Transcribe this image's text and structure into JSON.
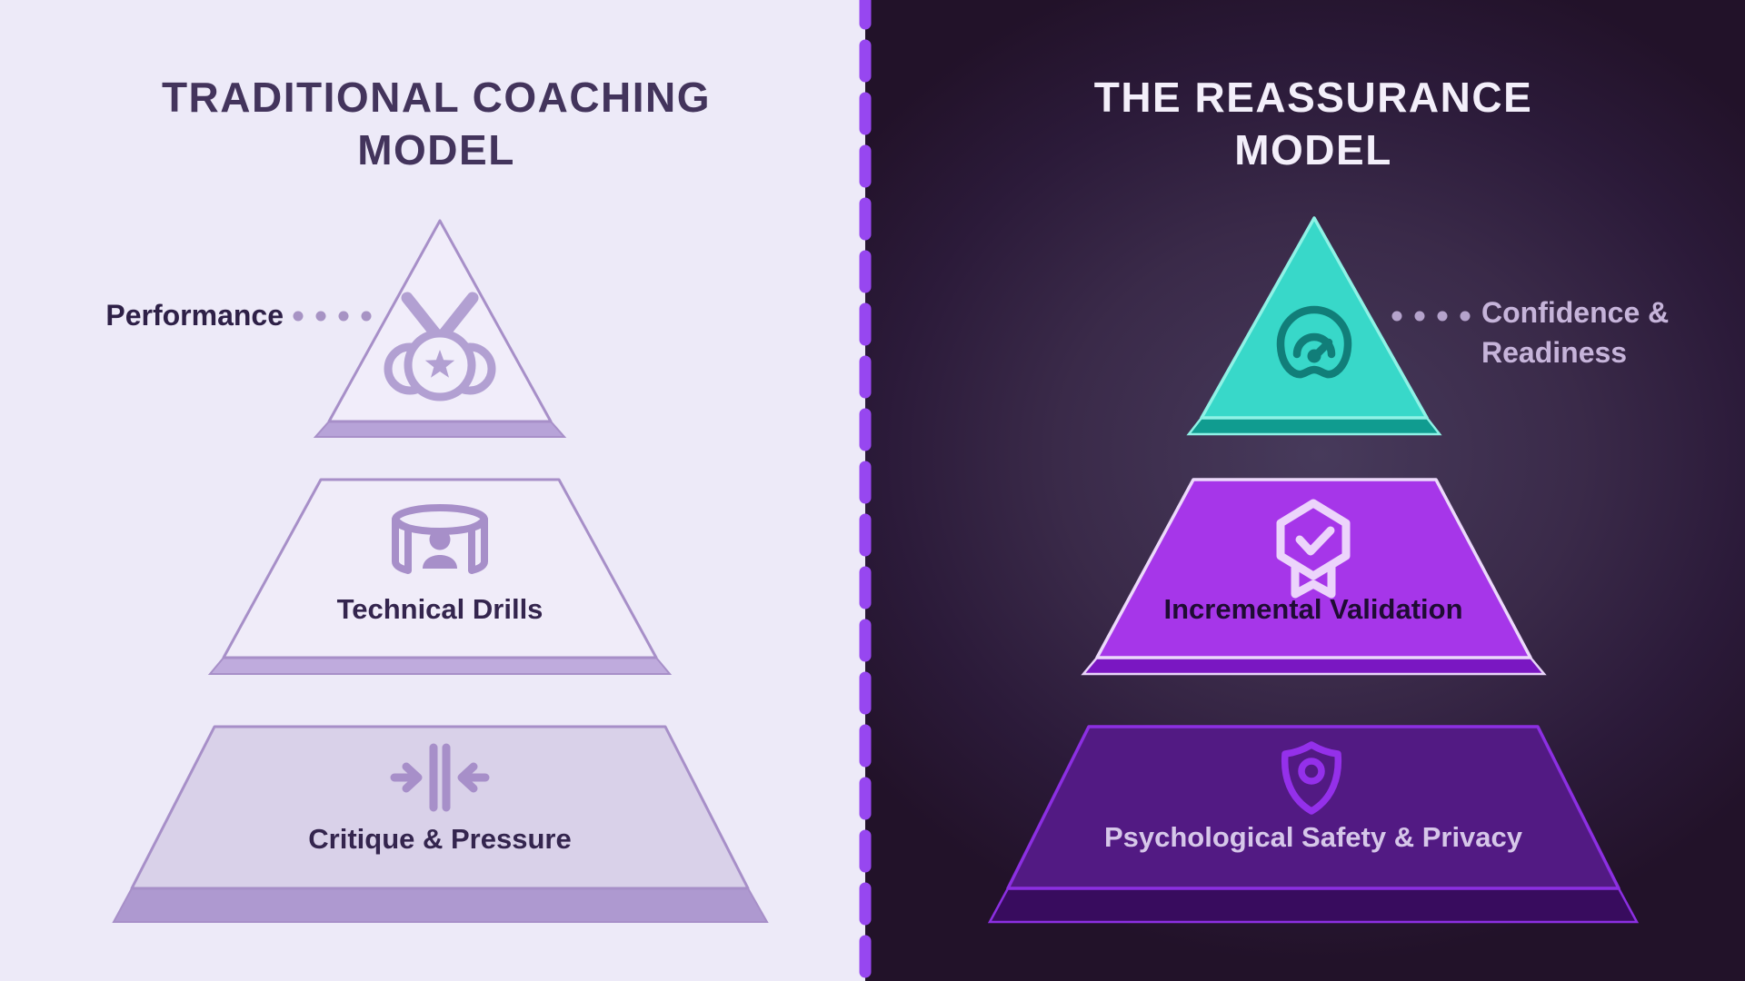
{
  "left_panel": {
    "title": "TRADITIONAL COACHING MODEL",
    "callout": "Performance",
    "layers": {
      "top": {
        "icon": "medal-star-icon"
      },
      "middle": {
        "label": "Technical Drills",
        "icon": "person-panel-icon"
      },
      "bottom": {
        "label": "Critique & Pressure",
        "icon": "compress-arrows-icon"
      }
    },
    "colors": {
      "background": "#edeaf8",
      "title": "#43345c",
      "labels": "#34254e",
      "callout": "#2e2047",
      "layer_fill": "#f1edfa",
      "bottom_layer_fill": "#d9d1e9",
      "layer_border": "#a78fc8",
      "layer_edge": "#b7a3d8",
      "icons": "#ab97ce"
    }
  },
  "right_panel": {
    "title": "THE REASSURANCE MODEL",
    "callout": "Confidence & Readiness",
    "layers": {
      "top": {
        "icon": "gauge-icon",
        "fill": "#38d8c9",
        "border": "#8ff2e6",
        "edge": "#109c90",
        "icon_color": "#117e79"
      },
      "middle": {
        "label": "Incremental Validation",
        "icon": "badge-check-icon",
        "fill": "#a636e9",
        "border": "#ecd9fb",
        "edge": "#7a17c2",
        "label_color": "#1f0c33",
        "icon_color": "#ecd4fb"
      },
      "bottom": {
        "label": "Psychological Safety & Privacy",
        "icon": "shield-person-icon",
        "fill": "#521a83",
        "border": "#8c2fe2",
        "edge": "#380c5e",
        "label_color": "#d6c7e9",
        "icon_color": "#9430ea"
      }
    },
    "colors": {
      "background_center": "#473a5b",
      "background_edge": "#221229",
      "title": "#f3effa",
      "callout": "#c6b4da"
    }
  },
  "divider": {
    "color": "#9747f0",
    "style": "dashed-vertical"
  }
}
